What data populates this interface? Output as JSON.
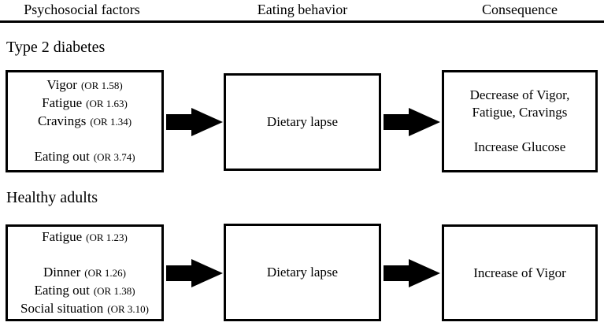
{
  "colors": {
    "ink": "#000000",
    "background": "#ffffff"
  },
  "header": {
    "col1": "Psychosocial factors",
    "col2": "Eating behavior",
    "col3": "Consequence"
  },
  "diabetes": {
    "title": "Type 2 diabetes",
    "factors": {
      "f1": {
        "label": "Vigor",
        "or": "(OR 1.58)"
      },
      "f2": {
        "label": "Fatigue",
        "or": "(OR 1.63)"
      },
      "f3": {
        "label": "Cravings",
        "or": "(OR 1.34)"
      },
      "f4": {
        "label": "Eating out",
        "or": "(OR 3.74)"
      }
    },
    "behavior": "Dietary lapse",
    "consequence": {
      "line1": "Decrease of Vigor,",
      "line2": "Fatigue, Cravings",
      "line3": "Increase Glucose"
    }
  },
  "healthy": {
    "title": "Healthy adults",
    "factors": {
      "f1": {
        "label": "Fatigue",
        "or": "(OR 1.23)"
      },
      "f2": {
        "label": "Dinner",
        "or": "(OR 1.26)"
      },
      "f3": {
        "label": "Eating out",
        "or": "(OR 1.38)"
      },
      "f4": {
        "label": "Social situation",
        "or": "(OR 3.10)"
      }
    },
    "behavior": "Dietary lapse",
    "consequence": {
      "line1": "Increase of Vigor"
    }
  }
}
